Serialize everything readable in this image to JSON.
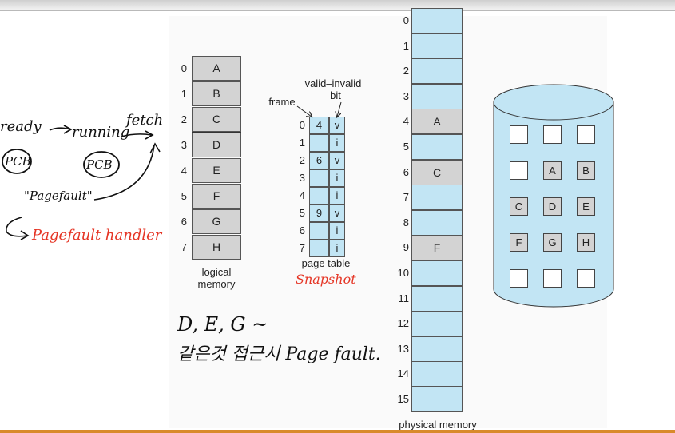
{
  "logical_memory": {
    "label_line1": "logical",
    "label_line2": "memory",
    "rows": [
      {
        "index": "0",
        "page": "A"
      },
      {
        "index": "1",
        "page": "B"
      },
      {
        "index": "2",
        "page": "C"
      },
      {
        "index": "3",
        "page": "D"
      },
      {
        "index": "4",
        "page": "E"
      },
      {
        "index": "5",
        "page": "F"
      },
      {
        "index": "6",
        "page": "G"
      },
      {
        "index": "7",
        "page": "H"
      }
    ]
  },
  "page_table": {
    "label": "page table",
    "frame_label": "frame",
    "valid_invalid_label_line1": "valid–invalid",
    "valid_invalid_label_line2": "bit",
    "rows": [
      {
        "index": "0",
        "frame": "4",
        "bit": "v"
      },
      {
        "index": "1",
        "frame": "",
        "bit": "i"
      },
      {
        "index": "2",
        "frame": "6",
        "bit": "v"
      },
      {
        "index": "3",
        "frame": "",
        "bit": "i"
      },
      {
        "index": "4",
        "frame": "",
        "bit": "i"
      },
      {
        "index": "5",
        "frame": "9",
        "bit": "v"
      },
      {
        "index": "6",
        "frame": "",
        "bit": "i"
      },
      {
        "index": "7",
        "frame": "",
        "bit": "i"
      }
    ]
  },
  "physical_memory": {
    "label": "physical memory",
    "frames": [
      {
        "index": "0",
        "page": ""
      },
      {
        "index": "1",
        "page": ""
      },
      {
        "index": "2",
        "page": ""
      },
      {
        "index": "3",
        "page": ""
      },
      {
        "index": "4",
        "page": "A"
      },
      {
        "index": "5",
        "page": ""
      },
      {
        "index": "6",
        "page": "C"
      },
      {
        "index": "7",
        "page": ""
      },
      {
        "index": "8",
        "page": ""
      },
      {
        "index": "9",
        "page": "F"
      },
      {
        "index": "10",
        "page": ""
      },
      {
        "index": "11",
        "page": ""
      },
      {
        "index": "12",
        "page": ""
      },
      {
        "index": "13",
        "page": ""
      },
      {
        "index": "14",
        "page": ""
      },
      {
        "index": "15",
        "page": ""
      }
    ]
  },
  "backing_store": {
    "rows": [
      [
        "",
        "",
        ""
      ],
      [
        "",
        "A",
        "B"
      ],
      [
        "C",
        "D",
        "E"
      ],
      [
        "F",
        "G",
        "H"
      ],
      [
        "",
        "",
        ""
      ]
    ]
  },
  "annotations": {
    "ready": "ready",
    "running": "running",
    "fetch": "fetch",
    "pcb1": "PCB",
    "pcb2": "PCB",
    "pagefault": "\"Pagefault\"",
    "handler": "Pagefault handler",
    "snapshot": "Snapshot",
    "deg": "D, E, G ~",
    "korean": "같은것 접근시 Page fault."
  },
  "colors": {
    "cell_gray": "#d3d3d3",
    "cell_blue": "#c2e5f4",
    "annotation_red": "#e53525",
    "bottom_rule": "#d98a2b"
  }
}
